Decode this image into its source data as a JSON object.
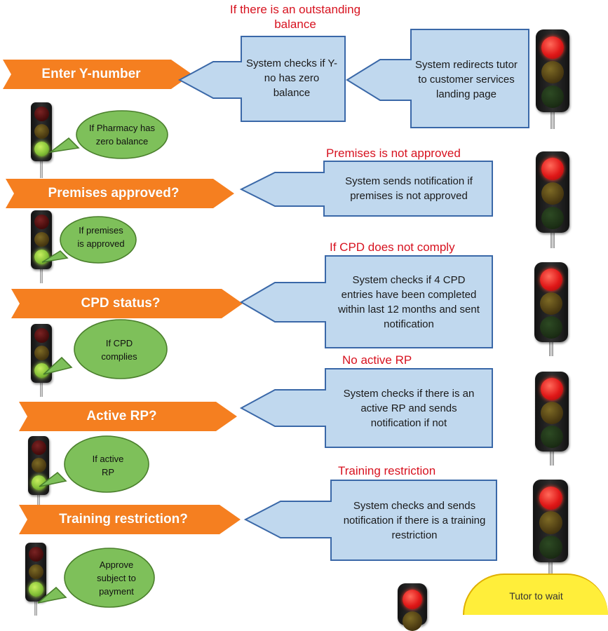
{
  "steps": [
    {
      "label": "Enter Y-number"
    },
    {
      "label": "Premises approved?"
    },
    {
      "label": "CPD status?"
    },
    {
      "label": "Active RP?"
    },
    {
      "label": "Training restriction?"
    }
  ],
  "system_boxes": [
    {
      "text": "System checks if Y-no has zero balance"
    },
    {
      "text": "System redirects tutor to customer services landing page"
    },
    {
      "text": "System sends notification if premises is not approved"
    },
    {
      "text": "System checks if 4 CPD entries have been completed within last 12 months and sent notification"
    },
    {
      "text": "System checks if there is an active RP and sends notification if not"
    },
    {
      "text": "System checks and sends notification if there is a training restriction"
    }
  ],
  "red_labels": [
    {
      "text": "If there is an outstanding balance"
    },
    {
      "text": "Premises is not approved"
    },
    {
      "text": "If CPD does not comply"
    },
    {
      "text": "No active RP"
    },
    {
      "text": "Training restriction"
    }
  ],
  "bubbles": [
    {
      "text": "If Pharmacy has zero balance"
    },
    {
      "text": "If premises is approved"
    },
    {
      "text": "If CPD complies"
    },
    {
      "text": "If active RP"
    },
    {
      "text": "Approve subject to payment"
    }
  ],
  "yellow_oval": {
    "text": "Tutor to wait"
  },
  "colors": {
    "step_fill": "#f57f20",
    "box_fill": "#c0d8ee",
    "box_stroke": "#3a68a8",
    "label_red": "#d7121f",
    "bubble_fill": "#7ec05a",
    "oval_fill": "#ffee3a"
  },
  "icons": [
    "traffic-light-red-icon",
    "traffic-light-green-icon",
    "speech-bubble-icon"
  ]
}
